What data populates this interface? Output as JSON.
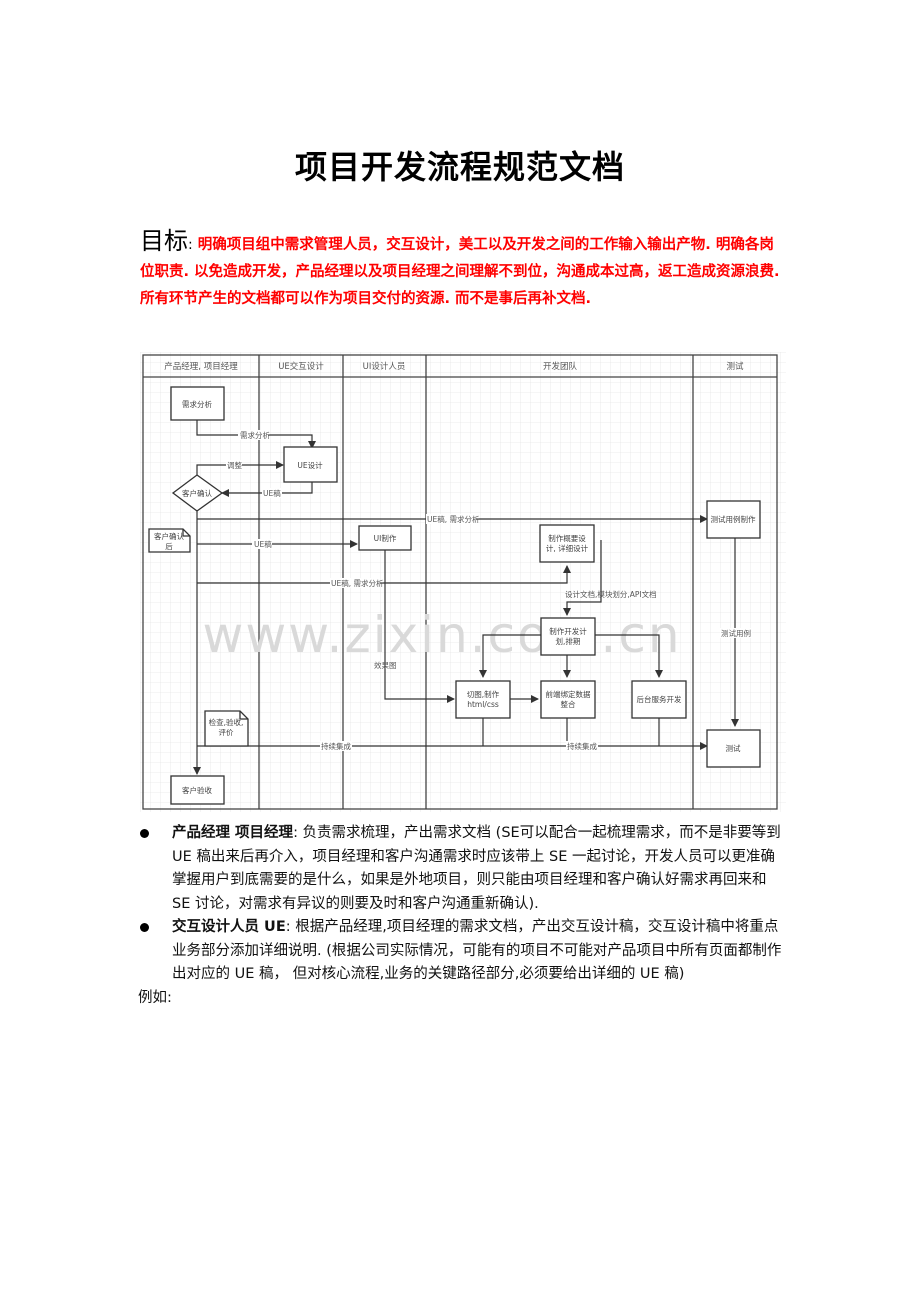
{
  "document": {
    "title": "项目开发流程规范文档",
    "goal": {
      "label": "目标",
      "colon": ":",
      "text": "明确项目组中需求管理人员，交互设计，美工以及开发之间的工作输入输出产物. 明确各岗位职责. 以免造成开发，产品经理以及项目经理之间理解不到位，沟通成本过高，返工造成资源浪费. 所有环节产生的文档都可以作为项目交付的资源. 而不是事后再补文档."
    },
    "diagram": {
      "watermark": "www.zixin.com.cn",
      "lanes": [
        {
          "label": "产品经理, 项目经理"
        },
        {
          "label": "UE交互设计"
        },
        {
          "label": "UI设计人员"
        },
        {
          "label": "开发团队"
        },
        {
          "label": "测试"
        }
      ],
      "nodes": {
        "requirements_analysis": "需求分析",
        "ue_design": "UE设计",
        "customer_confirm": "客户确认",
        "after_confirm_note": [
          "客户确认",
          "后"
        ],
        "ui_production": "UI制作",
        "outline_design": [
          "制作概要设",
          "计, 详细设计"
        ],
        "dev_plan": [
          "制作开发计",
          "划,排期"
        ],
        "slicing": [
          "切图,制作",
          "html/css"
        ],
        "frontend_binding": [
          "前端绑定数据",
          "整合"
        ],
        "backend_dev": "后台服务开发",
        "test_case_production": "测试用例制作",
        "testing": "测试",
        "check_note": [
          "检查,验收,",
          "评价"
        ],
        "customer_acceptance": "客户验收"
      },
      "edge_labels": {
        "req_to_ue": "需求分析",
        "adjust": "调整",
        "ue_draft": "UE稿",
        "ue_req_to_test": "UE稿, 需求分析",
        "ue_draft_to_ui": "UE稿",
        "ue_req_to_dev": "UE稿, 需求分析",
        "design_docs": "设计文档,模块划分,API文档",
        "effect_image": "效果图",
        "test_cases": "测试用例",
        "ci_left": "持续集成",
        "ci_right": "持续集成"
      }
    },
    "bullets": [
      {
        "heading": "产品经理  项目经理",
        "colon": ":",
        "text": " 负责需求梳理，产出需求文档 (SE可以配合一起梳理需求，而不是非要等到 UE 稿出来后再介入，项目经理和客户沟通需求时应该带上 SE 一起讨论，开发人员可以更准确掌握用户到底需要的是什么，如果是外地项目，则只能由项目经理和客户确认好需求再回来和 SE 讨论，对需求有异议的则要及时和客户沟通重新确认)."
      },
      {
        "heading": "交互设计人员 UE",
        "colon": ":",
        "text": " 根据产品经理,项目经理的需求文档，产出交互设计稿，交互设计稿中将重点业务部分添加详细说明. (根据公司实际情况，可能有的项目不可能对产品项目中所有页面都制作出对应的 UE 稿，  但对核心流程,业务的关键路径部分,必须要给出详细的 UE 稿)"
      }
    ],
    "example_label": "例如:"
  }
}
